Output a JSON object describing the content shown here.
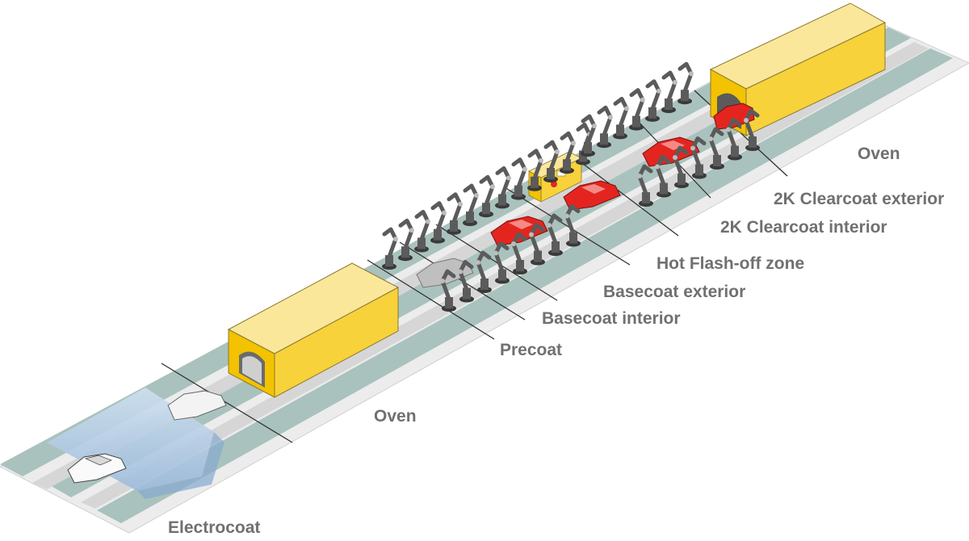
{
  "diagram": {
    "colors": {
      "floor": "#e8e8e8",
      "rail": "#a9c2bd",
      "oven_top": "#fbe79a",
      "oven_front": "#f3c200",
      "oven_side": "#f7d23a",
      "body_red": "#e4251f",
      "robot": "#5b5b5b",
      "electrocoat_bath": "#b5cde4",
      "label_text": "#707070"
    },
    "labels": {
      "electrocoat": "Electrocoat",
      "oven_first": "Oven",
      "precoat": "Precoat",
      "basecoat_interior": "Basecoat interior",
      "basecoat_exterior": "Basecoat exterior",
      "hot_flash_off": "Hot Flash-off zone",
      "clearcoat_interior": "2K Clearcoat interior",
      "clearcoat_exterior": "2K Clearcoat exterior",
      "oven_second": "Oven"
    },
    "icons": {
      "robot": "industrial-robot-arm-icon",
      "car_body": "car-body-icon",
      "oven": "oven-tunnel-icon",
      "booth": "control-booth-icon"
    }
  }
}
